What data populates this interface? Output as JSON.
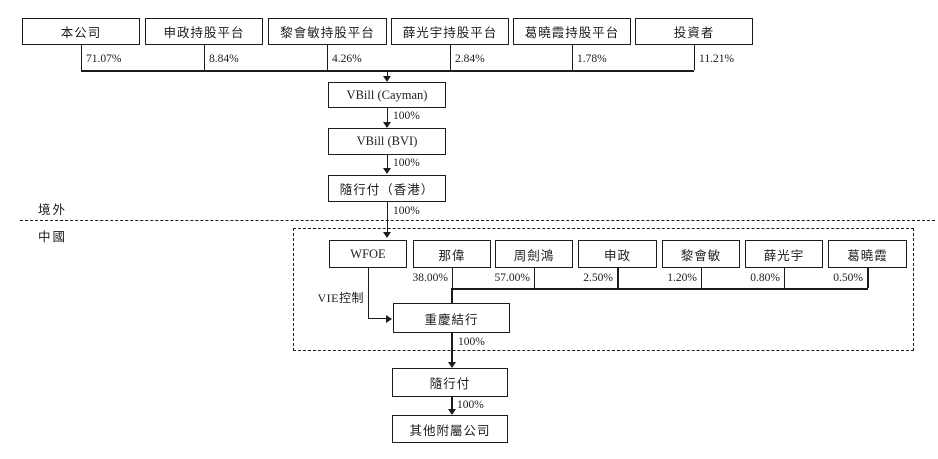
{
  "regions": {
    "offshore": "境外",
    "onshore": "中國"
  },
  "top_shareholders": [
    {
      "label": "本公司",
      "pct": "71.07%"
    },
    {
      "label": "申政持股平台",
      "pct": "8.84%"
    },
    {
      "label": "黎會敏持股平台",
      "pct": "4.26%"
    },
    {
      "label": "薛光宇持股平台",
      "pct": "2.84%"
    },
    {
      "label": "葛曉霞持股平台",
      "pct": "1.78%"
    },
    {
      "label": "投資者",
      "pct": "11.21%"
    }
  ],
  "offshore_chain": {
    "cayman": "VBill (Cayman)",
    "pct_to_bvi": "100%",
    "bvi": "VBill (BVI)",
    "pct_to_hk": "100%",
    "hk": "隨行付（香港）",
    "pct_to_wfoe": "100%"
  },
  "onshore": {
    "wfoe": "WFOE",
    "vie_control": "VIE控制",
    "shareholders": [
      {
        "label": "那偉",
        "pct": "38.00%"
      },
      {
        "label": "周劍鴻",
        "pct": "57.00%"
      },
      {
        "label": "申政",
        "pct": "2.50%"
      },
      {
        "label": "黎會敏",
        "pct": "1.20%"
      },
      {
        "label": "薛光宇",
        "pct": "0.80%"
      },
      {
        "label": "葛曉霞",
        "pct": "0.50%"
      }
    ],
    "chongqing": "重慶結行",
    "pct_to_suixingfu": "100%",
    "suixingfu": "隨行付",
    "pct_to_subsidiaries": "100%",
    "other_subsidiaries": "其他附屬公司"
  }
}
